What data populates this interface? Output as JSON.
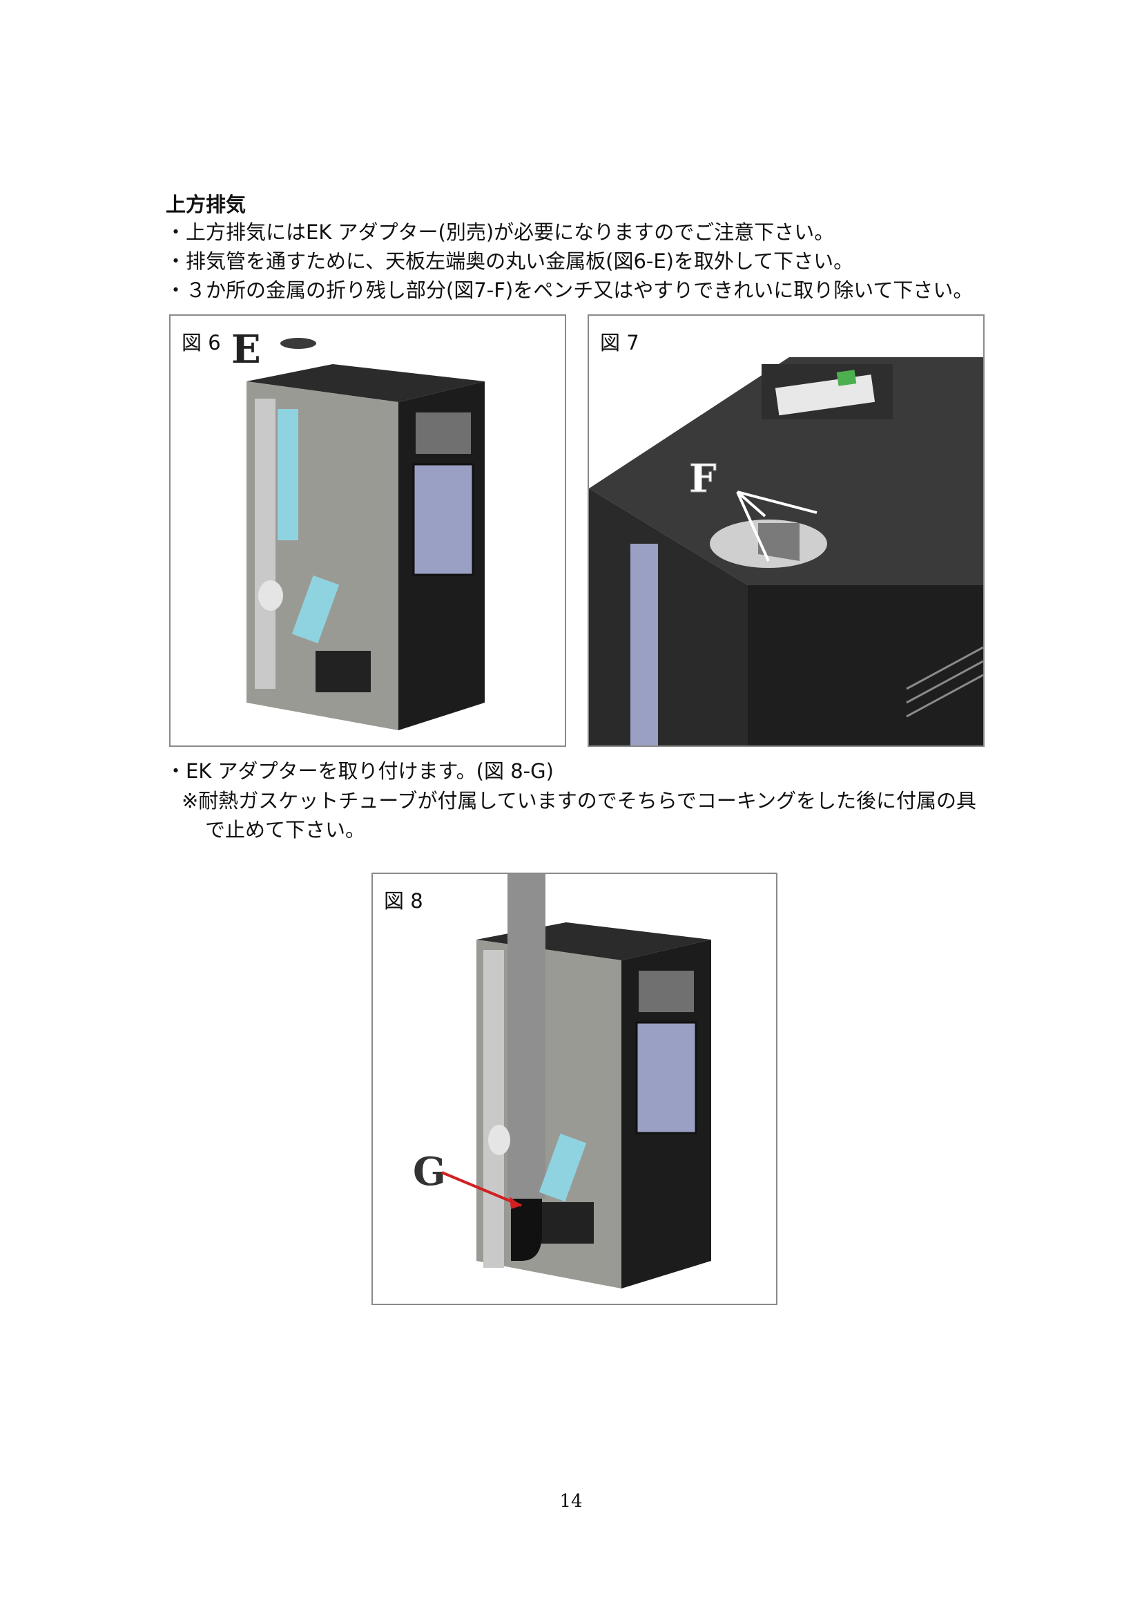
{
  "section": {
    "heading": "上方排気",
    "bullets": [
      "・上方排気にはEK アダプター(別売)が必要になりますのでご注意下さい。",
      "・排気管を通すために、天板左端奥の丸い金属板(図6-E)を取外して下さい。",
      "・３か所の金属の折り残し部分(図7-F)をペンチ又はやすりできれいに取り除いて下さい。"
    ]
  },
  "figures": {
    "fig6": {
      "label": "図 6",
      "marker": "E"
    },
    "fig7": {
      "label": "図 7",
      "marker": "F"
    },
    "fig8": {
      "label": "図 8",
      "marker": "G"
    }
  },
  "instruction": {
    "bullet": "・EK アダプターを取り付けます。(図 8-G)",
    "note_line1": "※耐熱ガスケットチューブが付属していますのでそちらでコーキングをした後に付属の具",
    "note_line2": "で止めて下さい。"
  },
  "page_number": "14",
  "colors": {
    "stove_dark": "#2b2b2b",
    "panel_grey": "#9a9a94",
    "window_blue": "#9aa0c4",
    "accent_cyan": "#8fd3e0",
    "arrow_red": "#d02020"
  }
}
